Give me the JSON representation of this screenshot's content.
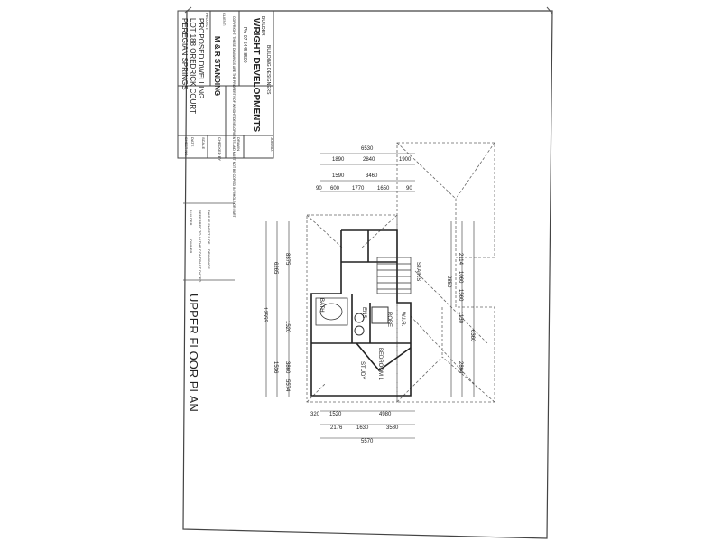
{
  "title_block": {
    "builder_label": "BUILDER",
    "company": "WRIGHT DEVELOPMENTS",
    "subtitle": "BUILDING DESIGNERS",
    "phone": "Ph. 07 5445 8500",
    "copyright_note": "COPYRIGHT: THESE DRAWINGS ARE THE PROPERTY OF WRIGHT DEVELOPMENTS AND MUST NOT BE COPIED IN WHOLE OR PART",
    "client_label": "CLIENT:",
    "client": "M & R STANDING",
    "project_label": "PROJECT:",
    "project_line1": "PROPOSED DWELLING",
    "project_line2": "LOT 188 OREDRICK COURT",
    "project_line3": "PEREGIAN SPRINGS",
    "job_no_label": "JOB NO.",
    "drawn_label": "DRAWN",
    "checked_label": "CHECKED BY",
    "scale_label": "SCALE",
    "date_label": "DATE",
    "sheet_label": "SHEET NO.",
    "approval_lines": [
      "THIS IS SHEET 5 OF ... DRAWINGS",
      "REFERRED TO IN THE CONTRACT DATED",
      "BUILDER ............ OWNER ............"
    ]
  },
  "plan_title": "UPPER FLOOR PLAN",
  "dimensions": {
    "top": [
      "6530",
      "1890",
      "2840",
      "1900",
      "1590",
      "3460",
      "600",
      "1770",
      "1650",
      "90",
      "90"
    ],
    "bottom": [
      "320",
      "1520",
      "4980",
      "2176",
      "1630",
      "3580",
      "5570"
    ],
    "right": [
      "2114",
      "1060",
      "1560",
      "2850",
      "1130",
      "6360",
      "2864"
    ],
    "left": [
      "8375",
      "6265",
      "12555",
      "1520",
      "1536",
      "3860",
      "5574"
    ]
  },
  "rooms": {
    "bed_1": "BEDROOM 1",
    "robe": "ROBE",
    "ens": "ENS",
    "wir": "W.I.R.",
    "study": "STUDY",
    "stair": "STAIRS",
    "bath": "BATH"
  }
}
